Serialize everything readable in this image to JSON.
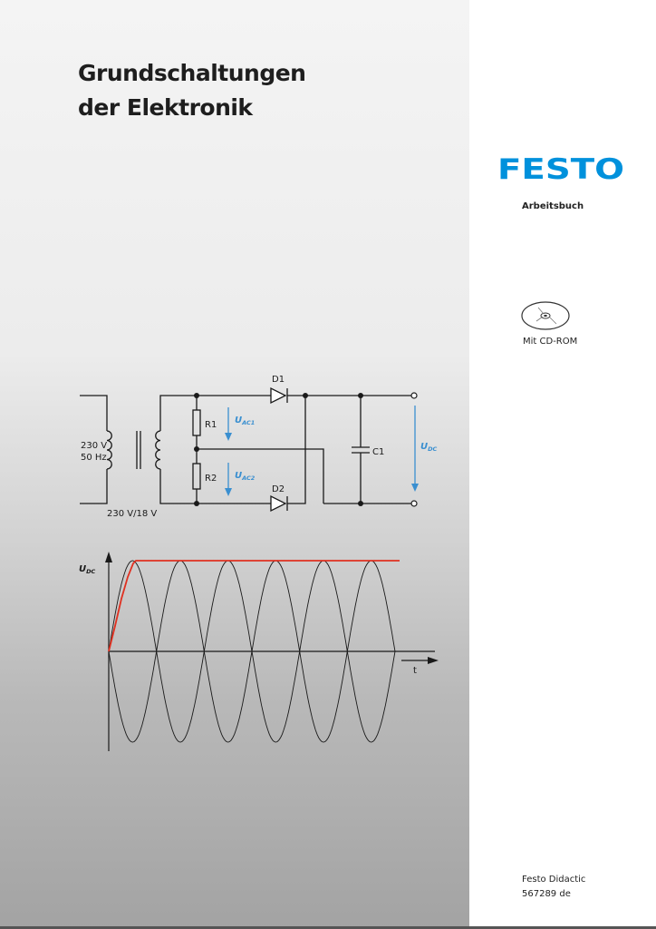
{
  "title_lines": [
    "Grundschaltungen",
    "der Elektronik"
  ],
  "brand": {
    "name": "FESTO",
    "color": "#0091dc"
  },
  "doc_type": "Arbeitsbuch",
  "cd_label": "Mit CD-ROM",
  "publisher_lines": [
    "Festo Didactic",
    "567289 de"
  ],
  "circuit": {
    "input_label_lines": [
      "230 V",
      "50 Hz"
    ],
    "transformer_label": "230 V/18 V",
    "d1": "D1",
    "d2": "D2",
    "r1": "R1",
    "r2": "R2",
    "c1": "C1",
    "uac1": {
      "sym": "U",
      "sub": "AC1"
    },
    "uac2": {
      "sym": "U",
      "sub": "AC2"
    },
    "udc": {
      "sym": "U",
      "sub": "DC"
    },
    "accent_color": "#3a8fd0"
  },
  "waveform": {
    "y_label": {
      "sym": "U",
      "sub": "DC"
    },
    "x_label": "t",
    "output_color": "#e03020"
  }
}
